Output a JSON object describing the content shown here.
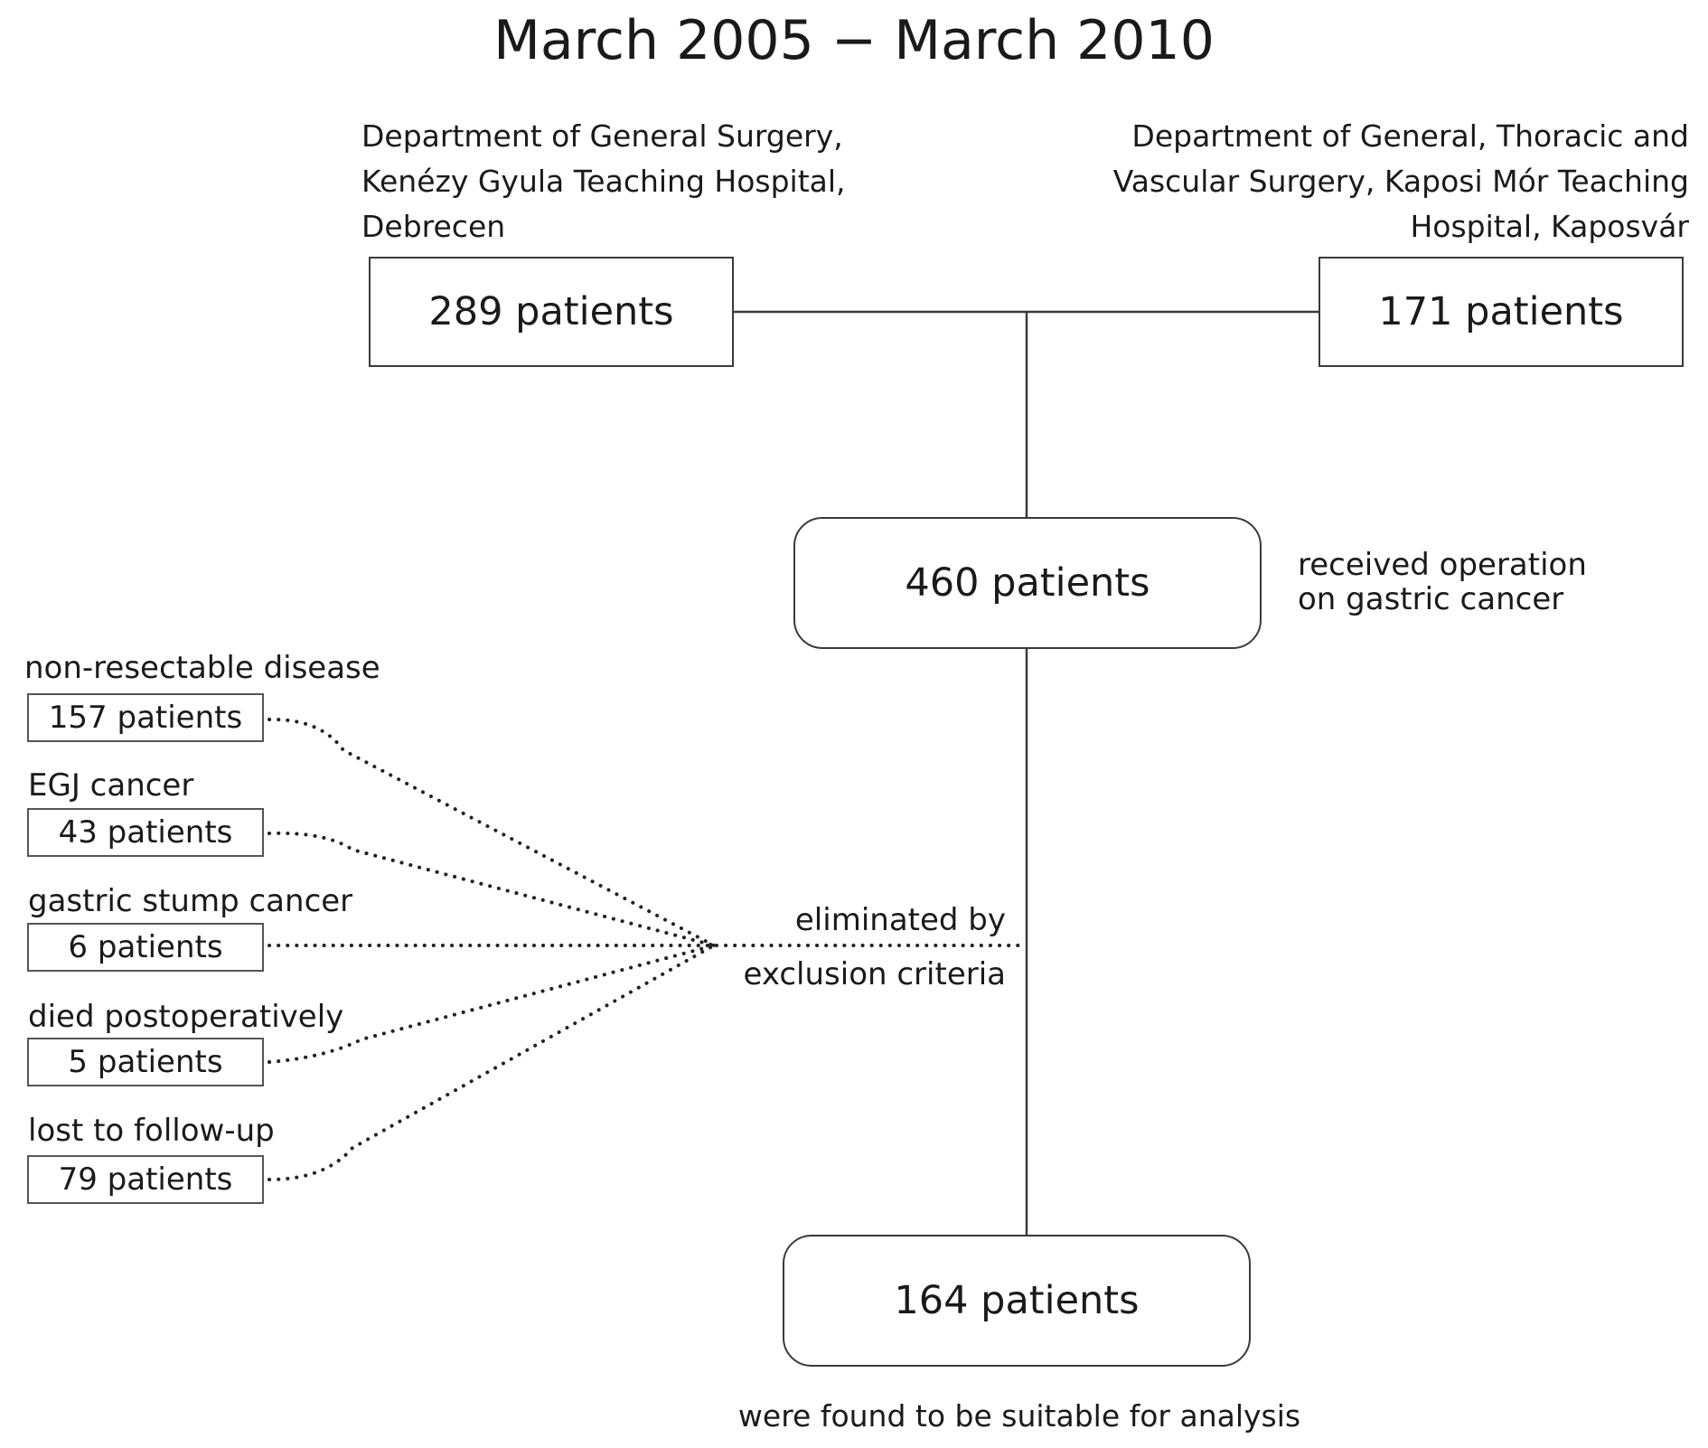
{
  "title": "March 2005 − March 2010",
  "departments": {
    "left": {
      "lines": [
        "Department of General Surgery,",
        "Kenézy Gyula Teaching Hospital,",
        "Debrecen"
      ],
      "box": "289 patients"
    },
    "right": {
      "lines": [
        "Department of General, Thoracic and",
        "Vascular Surgery, Kaposi Mór Teaching",
        "Hospital, Kaposvár"
      ],
      "box": "171 patients"
    }
  },
  "combined": {
    "box": "460 patients",
    "note_lines": [
      "received operation",
      "on gastric cancer"
    ]
  },
  "exclusions": [
    {
      "label": "non-resectable disease",
      "box": "157 patients"
    },
    {
      "label": "EGJ cancer",
      "box": "43 patients"
    },
    {
      "label": "gastric stump cancer",
      "box": "6 patients"
    },
    {
      "label": "died postoperatively",
      "box": "5 patients"
    },
    {
      "label": "lost to follow-up",
      "box": "79 patients"
    }
  ],
  "exclusion_note": [
    "eliminated by",
    "exclusion criteria"
  ],
  "final": {
    "box": "164 patients",
    "note": "were found to be suitable for analysis"
  }
}
